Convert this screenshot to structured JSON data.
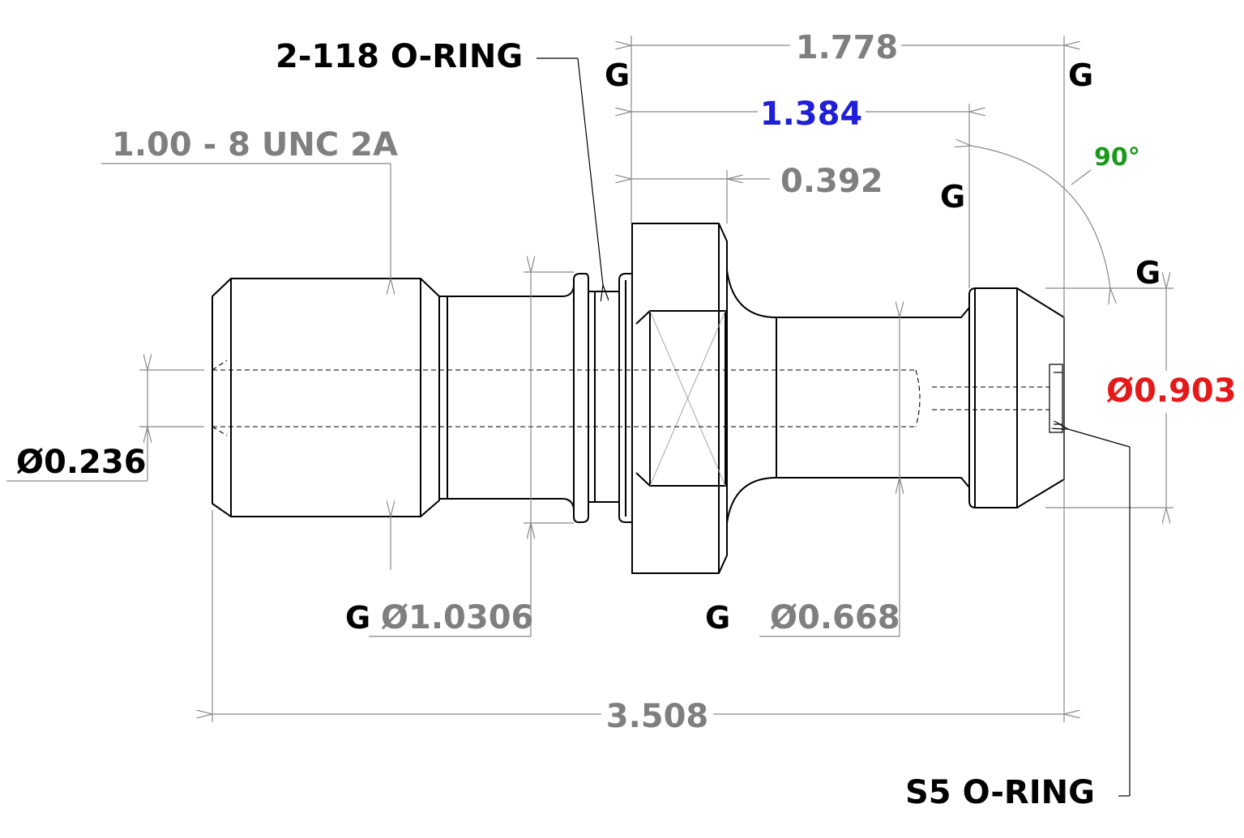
{
  "labels": {
    "oring_top": "2-118 O-RING",
    "oring_bottom": "S5 O-RING",
    "thread": "1.00 - 8 UNC 2A",
    "angle": "90°"
  },
  "dimensions": {
    "d1778": "1.778",
    "d1384": "1.384",
    "d0392": "0.392",
    "d3508": "3.508",
    "dia0236": "Ø0.236",
    "dia10306": "Ø1.0306",
    "dia0668": "Ø0.668",
    "dia0903": "Ø0.903"
  },
  "markers": {
    "g": "G"
  },
  "colors": {
    "gray": "#7f7f7f",
    "blue": "#1f1fd6",
    "red": "#e41a1a",
    "green": "#1a9a1a"
  }
}
